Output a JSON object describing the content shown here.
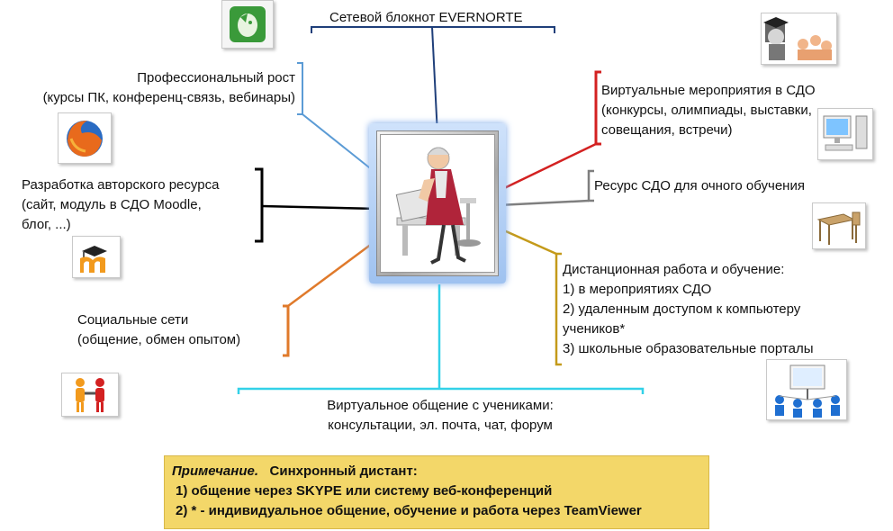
{
  "top_title": "Сетевой блокнот EVERNORTE",
  "left": {
    "professional": [
      "Профессиональный рост",
      "(курсы ПК, конференц-связь, вебинары)"
    ],
    "author": [
      "Разработка авторского ресурса",
      "(сайт, модуль в СДО Moodle,",
      "блог, ...)"
    ],
    "social": [
      "Социальные сети",
      "(общение, обмен опытом)"
    ]
  },
  "right": {
    "virtual_events": [
      "Виртуальные мероприятия в СДО",
      "(конкурсы, олимпиады, выставки,",
      "совещания, встречи)"
    ],
    "resource": [
      "Ресурс СДО для очного обучения"
    ],
    "distance": [
      "Дистанционная работа и обучение:",
      "1) в мероприятиях СДО",
      "2) удаленным доступом к компьютеру",
      "учеников*",
      "3) школьные образовательные порталы"
    ]
  },
  "bottom": [
    "Виртуальное общение с учениками:",
    "консультации, эл. почта, чат, форум"
  ],
  "note": {
    "label": "Примечание.",
    "title": "Синхронный дистант:",
    "line1": "1) общение через SKYPE или  систему веб-конференций",
    "line2": "2) * - индивидуальное общение, обучение и работа через TeamViewer"
  },
  "colors": {
    "top": "#1f3f7a",
    "professional": "#5b9bd5",
    "author": "#000000",
    "social": "#e07a2b",
    "virtual_events": "#d32121",
    "resource": "#7f7f7f",
    "distance": "#c49a1a",
    "bottom": "#33d1e8"
  },
  "icons": [
    "evernote-icon",
    "firefox-icon",
    "moodle-icon",
    "handshake-icon",
    "teacher-icon",
    "computer-icon",
    "desk-icon",
    "network-icon",
    "user-at-computer-icon"
  ]
}
